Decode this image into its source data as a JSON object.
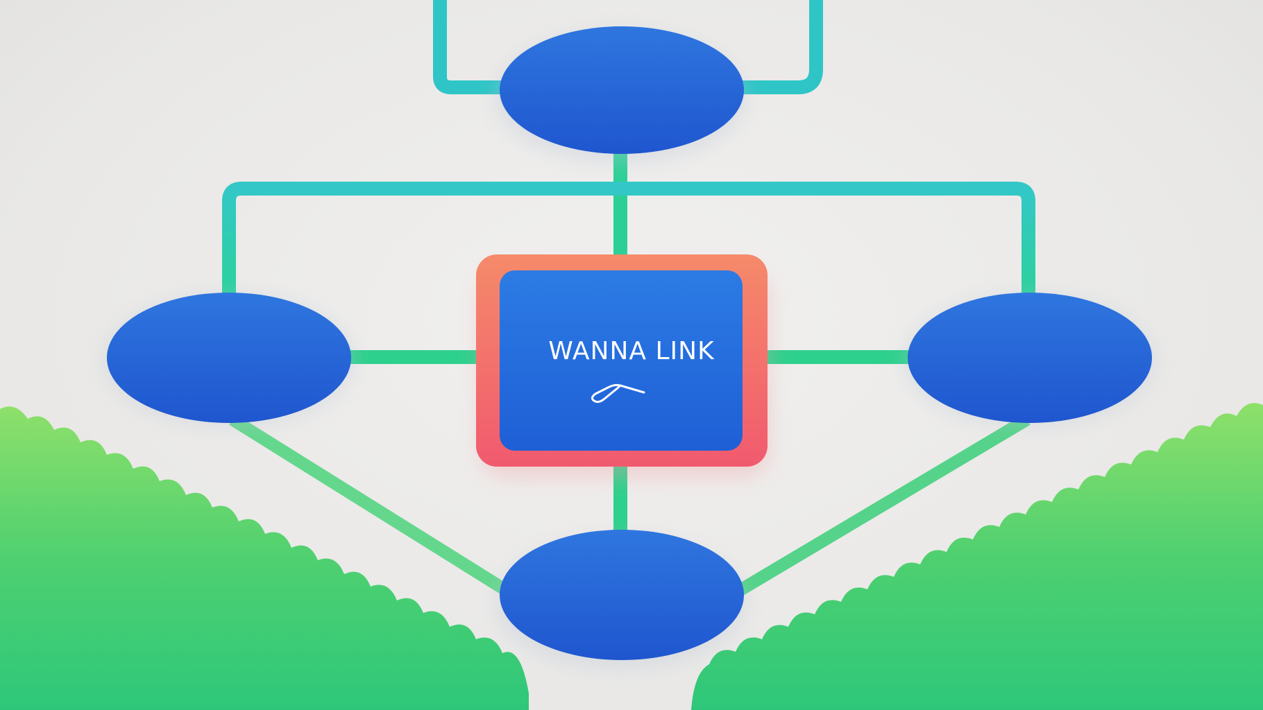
{
  "hub": {
    "label": "WANNA LINK",
    "icon": "link-stroke-icon"
  },
  "nodes": [
    {
      "id": "top"
    },
    {
      "id": "left"
    },
    {
      "id": "right"
    },
    {
      "id": "bottom"
    }
  ],
  "colors": {
    "background": "#ecebea",
    "node_blue": "#2563d6",
    "hub_border": "#f06a6a",
    "connector_teal": "#2fc7bf",
    "connector_green": "#2fcf8a",
    "bush_green": "#3fcf73"
  }
}
